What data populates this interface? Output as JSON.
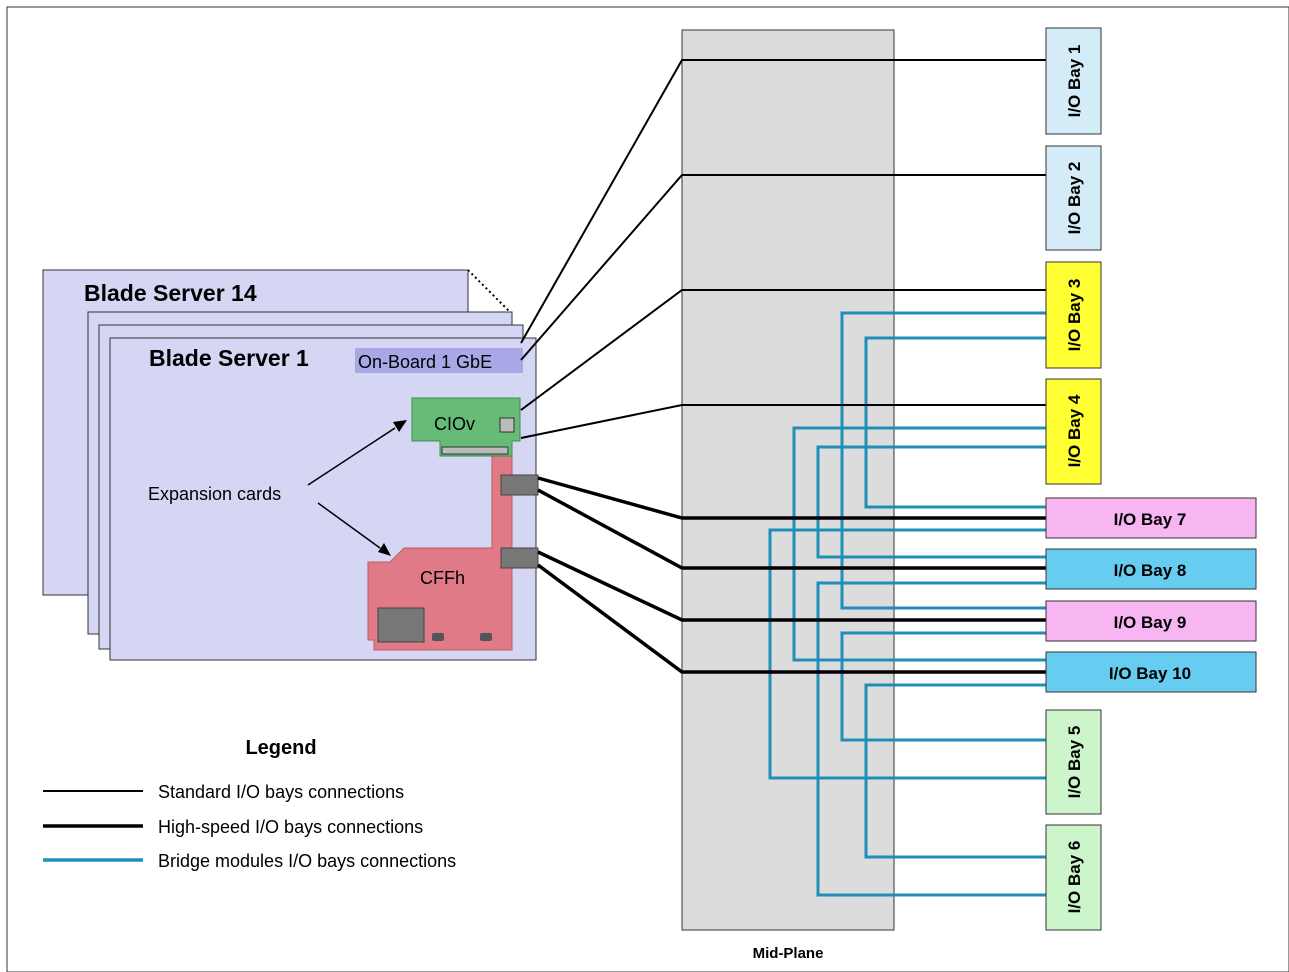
{
  "servers": {
    "back_title": "Blade Server 14",
    "front_title": "Blade Server 1",
    "onboard_label": "On-Board 1 GbE"
  },
  "cards": {
    "ciov_label": "CIOv",
    "cffh_label": "CFFh",
    "expansion_label": "Expansion cards"
  },
  "midplane": {
    "label": "Mid-Plane"
  },
  "bays": {
    "bay1": "I/O Bay 1",
    "bay2": "I/O Bay 2",
    "bay3": "I/O Bay 3",
    "bay4": "I/O Bay 4",
    "bay5": "I/O Bay 5",
    "bay6": "I/O Bay 6",
    "bay7": "I/O Bay 7",
    "bay8": "I/O Bay 8",
    "bay9": "I/O Bay 9",
    "bay10": "I/O Bay 10"
  },
  "legend": {
    "title": "Legend",
    "standard": "Standard I/O bays connections",
    "highspeed": "High-speed I/O bays connections",
    "bridge": "Bridge modules I/O bays connections"
  },
  "colors": {
    "server_fill": "#d5d5f4",
    "midplane_fill": "#dcdcdc",
    "ciov_fill": "#66bb77",
    "cffh_fill": "#e07a86",
    "bay_light_blue": "#d4ecf7",
    "bay_yellow": "#ffff33",
    "bay_pink": "#f7b6f2",
    "bay_cyan": "#66ccf0",
    "bay_light_green": "#ccf5cc",
    "bridge_line": "#1f8fb8"
  }
}
